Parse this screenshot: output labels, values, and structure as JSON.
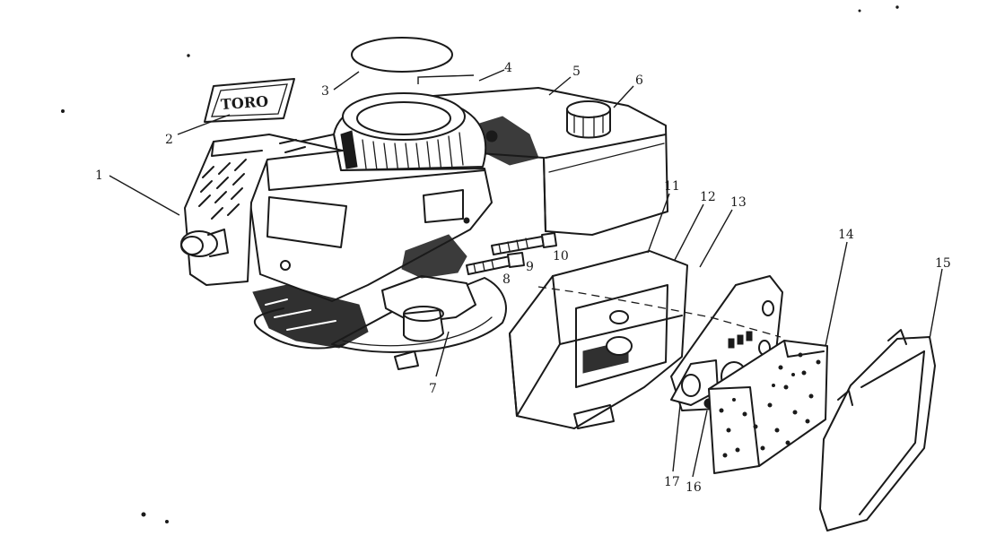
{
  "logo_text": "TORO",
  "callouts": [
    "1",
    "2",
    "3",
    "4",
    "5",
    "6",
    "7",
    "8",
    "9",
    "10",
    "11",
    "12",
    "13",
    "14",
    "15",
    "16",
    "17"
  ]
}
